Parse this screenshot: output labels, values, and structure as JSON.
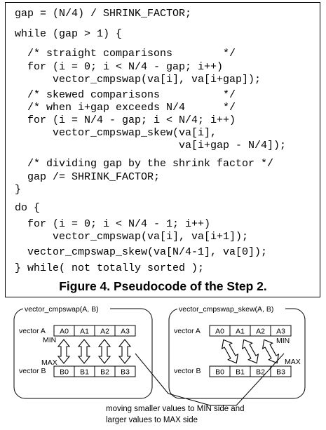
{
  "code_lines": [
    "gap = (N/4) / SHRINK_FACTOR;",
    "while (gap > 1) {",
    "  /* straight comparisons        */",
    "  for (i = 0; i < N/4 - gap; i++)",
    "      vector_cmpswap(va[i], va[i+gap]);",
    "  /* skewed comparisons          */",
    "  /* when i+gap exceeds N/4      */",
    "  for (i = N/4 - gap; i < N/4; i++)",
    "      vector_cmpswap_skew(va[i],",
    "                          va[i+gap - N/4]);",
    "  /* dividing gap by the shrink factor */",
    "  gap /= SHRINK_FACTOR;",
    "}",
    "do {",
    "  for (i = 0; i < N/4 - 1; i++)",
    "      vector_cmpswap(va[i], va[i+1]);",
    "  vector_cmpswap_skew(va[N/4-1], va[0]);",
    "} while( not totally sorted );"
  ],
  "caption": "Figure 4. Pseudocode of the Step 2.",
  "diagram": {
    "left_panel": {
      "title": "vector_cmpswap(A, B)",
      "vector_a_label": "vector A",
      "vector_b_label": "vector B",
      "a_cells": [
        "A0",
        "A1",
        "A2",
        "A3"
      ],
      "b_cells": [
        "B0",
        "B1",
        "B2",
        "B3"
      ],
      "min_label": "MIN",
      "max_label": "MAX"
    },
    "right_panel": {
      "title": "vector_cmpswap_skew(A, B)",
      "vector_a_label": "vector A",
      "vector_b_label": "vector B",
      "a_cells": [
        "A0",
        "A1",
        "A2",
        "A3"
      ],
      "b_cells": [
        "B0",
        "B1",
        "B2",
        "B3"
      ],
      "min_label": "MIN",
      "max_label": "MAX"
    },
    "note_line1": "moving smaller values to MIN side and",
    "note_line2": "larger values to MAX side"
  }
}
